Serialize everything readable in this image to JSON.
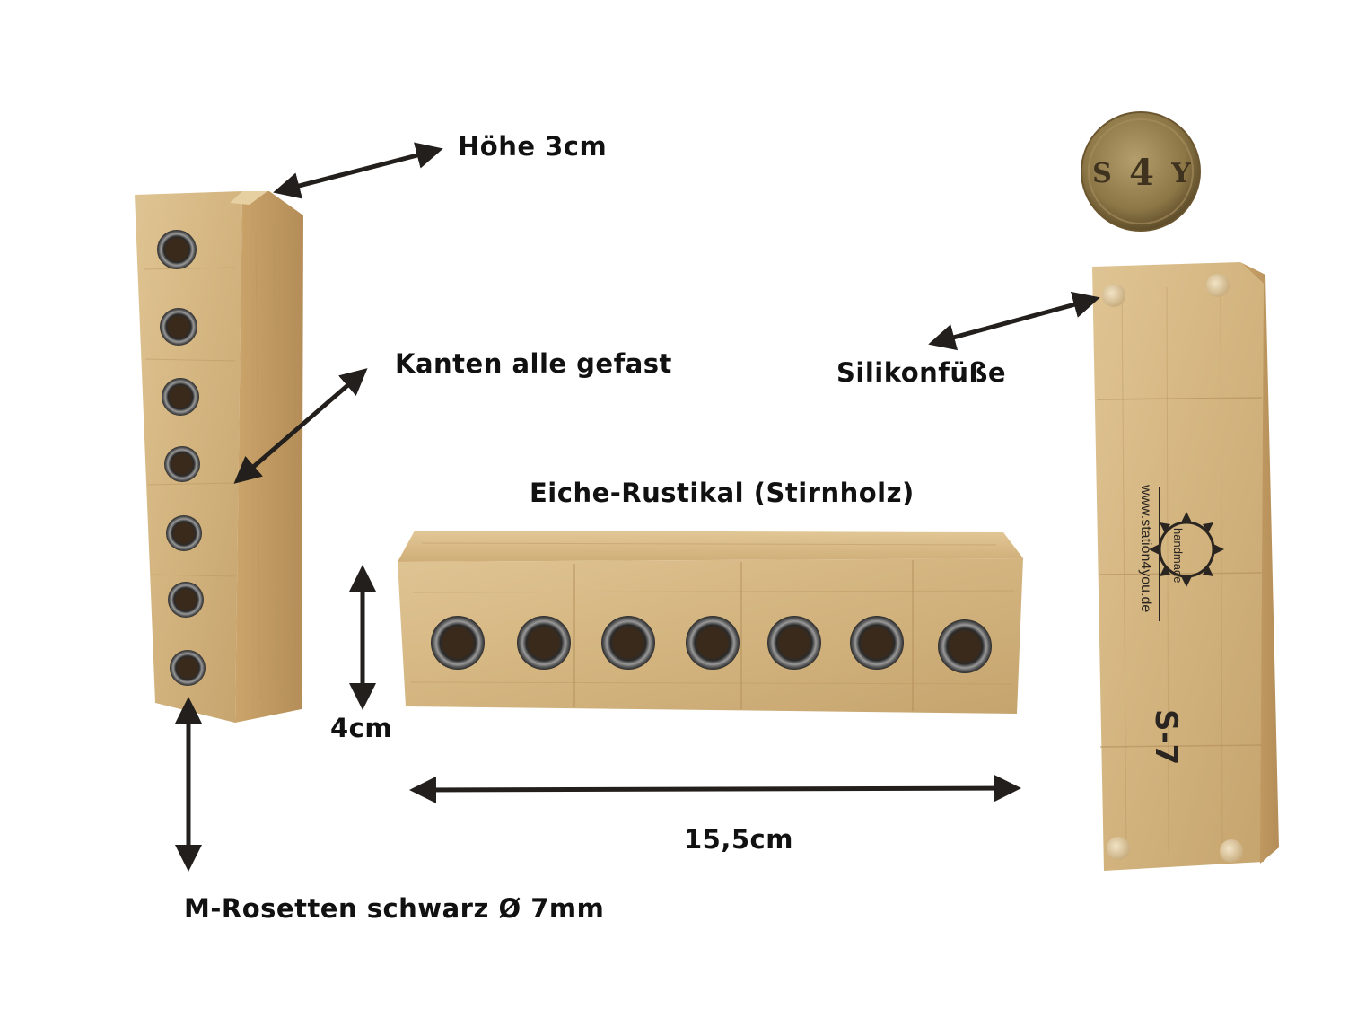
{
  "labels": {
    "height": "Höhe 3cm",
    "edges": "Kanten alle gefast",
    "feet": "Silikonfüße",
    "material": "Eiche-Rustikal (Stirnholz)",
    "depth": "4cm",
    "length": "15,5cm",
    "rosettes": "M-Rosetten schwarz Ø 7mm"
  },
  "logo": {
    "left": "S",
    "center": "4",
    "right": "Y"
  },
  "branding": {
    "url": "www.station4you.de",
    "handmade": "handmade",
    "model": "S-7"
  },
  "colors": {
    "wood_light": "#dcbf8c",
    "wood_mid": "#cba872",
    "wood_dark": "#b48d58",
    "grommet": "#6e6e6e",
    "arrow": "#231f1c",
    "coin": "#8d7747"
  }
}
